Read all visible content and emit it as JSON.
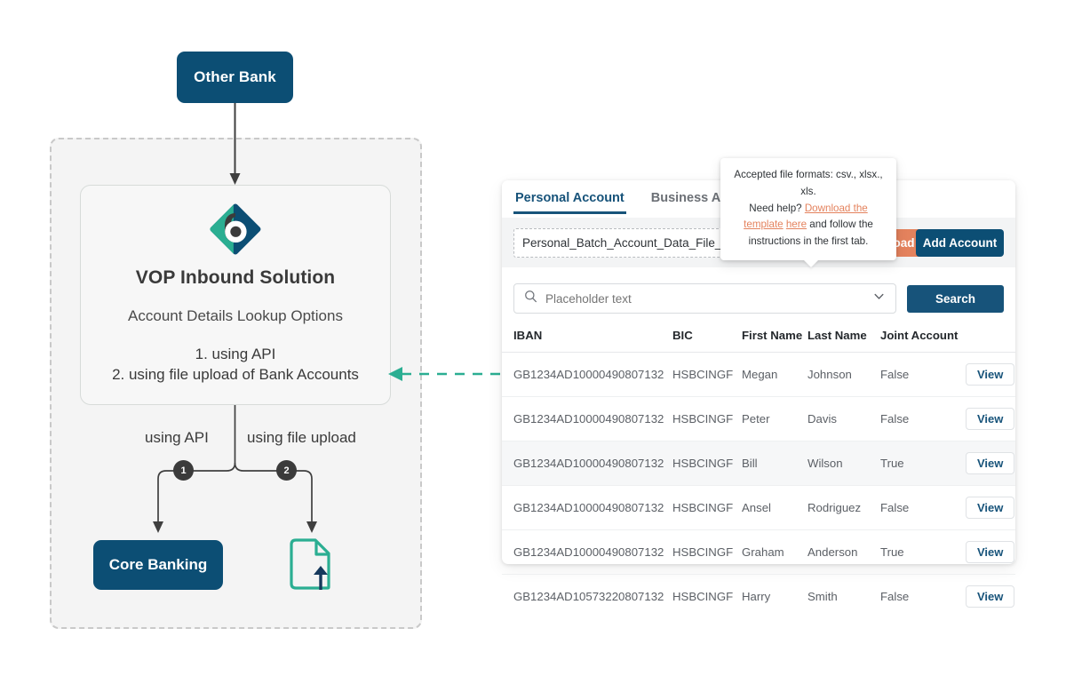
{
  "diagram": {
    "other_bank": "Other Bank",
    "vop": {
      "title": "VOP Inbound Solution",
      "subtitle": "Account Details Lookup Options",
      "option_1": "1. using API",
      "option_2": "2. using file upload of Bank Accounts",
      "logo_icon": "bottomline-b-logo-icon"
    },
    "branch_label_api": "using API",
    "branch_label_upload": "using file upload",
    "badge_1": "1",
    "badge_2": "2",
    "core_banking": "Core Banking",
    "file_upload_icon": "file-upload-icon",
    "colors": {
      "node_navy": "#0C4E74",
      "teal": "#2BAE92",
      "badge_dark": "#3b3b3b",
      "dashed_zone_border": "#c9c9c9"
    }
  },
  "panel": {
    "tabs": [
      {
        "label": "Personal Account",
        "active": true
      },
      {
        "label": "Business Account",
        "active": false
      }
    ],
    "upload": {
      "file_name": "Personal_Batch_Account_Data_File_Template.csv",
      "clear_icon": "close-icon",
      "help_icon": "question-circle-icon",
      "upload_label": "Upload",
      "add_account_label": "Add Account"
    },
    "search": {
      "search_icon": "search-icon",
      "chevron_icon": "chevron-down-icon",
      "placeholder": "Placeholder text",
      "value": "",
      "search_label": "Search"
    },
    "table": {
      "columns": [
        "IBAN",
        "BIC",
        "First Name",
        "Last Name",
        "Joint Account",
        ""
      ],
      "action_label": "View",
      "rows": [
        {
          "iban": "GB1234AD10000490807132",
          "bic": "HSBCINGF",
          "first": "Megan",
          "last": "Johnson",
          "joint": "False",
          "highlighted": false
        },
        {
          "iban": "GB1234AD10000490807132",
          "bic": "HSBCINGF",
          "first": "Peter",
          "last": "Davis",
          "joint": "False",
          "highlighted": false
        },
        {
          "iban": "GB1234AD10000490807132",
          "bic": "HSBCINGF",
          "first": "Bill",
          "last": "Wilson",
          "joint": "True",
          "highlighted": true
        },
        {
          "iban": "GB1234AD10000490807132",
          "bic": "HSBCINGF",
          "first": "Ansel",
          "last": "Rodriguez",
          "joint": "False",
          "highlighted": false
        },
        {
          "iban": "GB1234AD10000490807132",
          "bic": "HSBCINGF",
          "first": "Graham",
          "last": "Anderson",
          "joint": "True",
          "highlighted": false
        },
        {
          "iban": "GB1234AD10573220807132",
          "bic": "HSBCINGF",
          "first": "Harry",
          "last": "Smith",
          "joint": "False",
          "highlighted": false
        }
      ]
    },
    "colors": {
      "primary_navy": "#0C4E74",
      "tab_active": "#17537a",
      "upload_orange": "#E4825D",
      "link": "#E4825D"
    }
  },
  "tooltip": {
    "line1": "Accepted file formats: csv., xlsx., xls.",
    "line2_pre": "Need help? ",
    "link1": "Download the template",
    "link2": "here",
    "line2_post": " and follow the instructions in the first tab."
  }
}
